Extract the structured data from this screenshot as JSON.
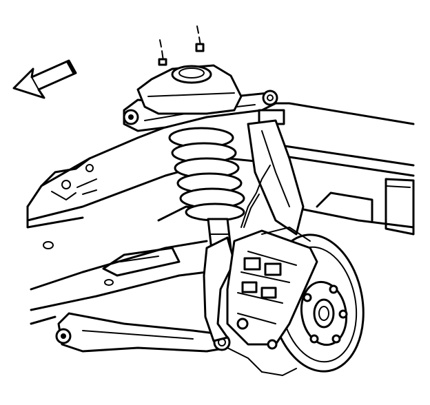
{
  "figure": {
    "labels": [],
    "arrow": "direction-arrow-icon",
    "components": [
      "frame-rail",
      "upper-control-arm",
      "coil-spring",
      "shock-absorber",
      "steering-knuckle",
      "brake-caliper",
      "brake-rotor",
      "wheel-hub",
      "lower-control-arm",
      "crossmember",
      "spring-seat-tower"
    ]
  }
}
